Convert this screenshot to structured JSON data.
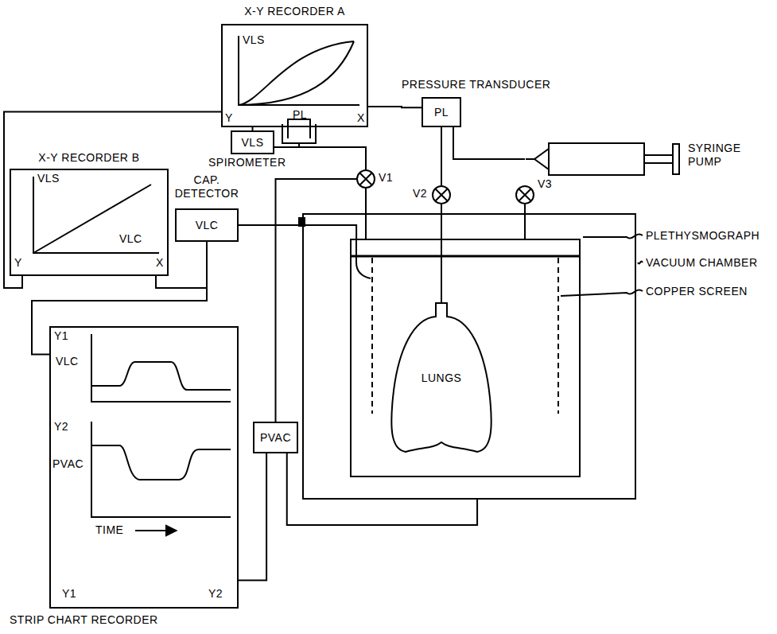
{
  "diagram": {
    "nodes": [
      {
        "text": [
          "X-Y RECORDER A"
        ]
      },
      {
        "text": [
          "PRESSURE TRANSDUCER",
          "PL"
        ]
      },
      {
        "text": [
          "VLS",
          "SPIROMETER"
        ]
      },
      {
        "text": [
          "SYRINGE PUMP"
        ]
      },
      {
        "text": [
          "X-Y RECORDER B"
        ]
      },
      {
        "text": [
          "CAP. DETECTOR",
          "VLC"
        ]
      },
      {
        "text": [
          "V1"
        ]
      },
      {
        "text": [
          "V2"
        ]
      },
      {
        "text": [
          "V3"
        ]
      },
      {
        "text": [
          "VACUUM CHAMBER"
        ]
      },
      {
        "text": [
          "PLETHYSMOGRAPH"
        ],
        "in": 9
      },
      {
        "text": [
          "LUNGS"
        ],
        "in": 10
      },
      {
        "text": [
          "PVAC"
        ]
      },
      {
        "text": [
          "STRIP CHART RECORDER"
        ]
      }
    ],
    "edges": [
      {
        "from": 1,
        "to": 0,
        "arrow": "none"
      },
      {
        "from": 2,
        "to": 0,
        "arrow": "none"
      },
      {
        "from": 0,
        "to": 4,
        "arrow": "none"
      },
      {
        "from": 2,
        "to": 6,
        "arrow": "none"
      },
      {
        "from": 1,
        "to": 7,
        "arrow": "none"
      },
      {
        "from": 3,
        "to": 1,
        "arrow": "none"
      },
      {
        "from": 6,
        "to": 10,
        "arrow": "none"
      },
      {
        "from": 7,
        "to": 11,
        "arrow": "none"
      },
      {
        "from": 8,
        "to": 10,
        "arrow": "none"
      },
      {
        "from": 5,
        "to": 10,
        "arrow": "none"
      },
      {
        "from": 5,
        "to": 4,
        "arrow": "none"
      },
      {
        "from": 5,
        "to": 13,
        "arrow": "none"
      },
      {
        "from": 12,
        "to": 13,
        "arrow": "none"
      },
      {
        "from": 12,
        "to": 9,
        "arrow": "none"
      },
      {
        "from": 6,
        "to": 12,
        "arrow": "none"
      }
    ],
    "labels": [
      "VLS",
      "PL",
      "Y",
      "X",
      "VLS",
      "VLC",
      "Y",
      "X",
      "COPPER SCREEN",
      "Y1",
      "VLC",
      "Y2",
      "PVAC",
      "TIME",
      "Y1",
      "Y2"
    ]
  }
}
